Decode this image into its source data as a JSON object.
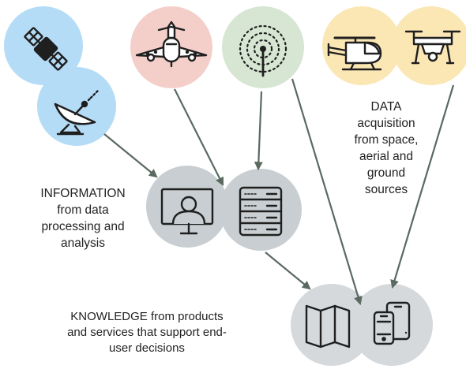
{
  "captions": {
    "data": [
      "DATA",
      "acquisition",
      "from space,",
      "aerial and",
      "ground",
      "sources"
    ],
    "information": [
      "INFORMATION",
      "from data",
      "processing and",
      "analysis"
    ],
    "knowledge": [
      "KNOWLEDGE from products",
      "and services that support end-",
      "user decisions"
    ]
  },
  "colors": {
    "space": "#b5dcf6",
    "aerial": "#f4cfca",
    "ground": "#d6e6d2",
    "drone": "#fbe7b4",
    "processing": "#c8ced1",
    "knowledge": "#d5d9dc",
    "arrow": "#5a6a61",
    "icon": "#1f1f1f"
  },
  "icons": {
    "space": [
      "satellite-icon",
      "satellite-dish-icon"
    ],
    "aerial": [
      "airplane-icon"
    ],
    "ground": [
      "radio-tower-icon"
    ],
    "drone": [
      "helicopter-icon",
      "drone-icon"
    ],
    "processing": [
      "computer-user-icon",
      "server-rack-icon"
    ],
    "knowledge": [
      "folded-map-icon",
      "mobile-devices-icon"
    ]
  }
}
